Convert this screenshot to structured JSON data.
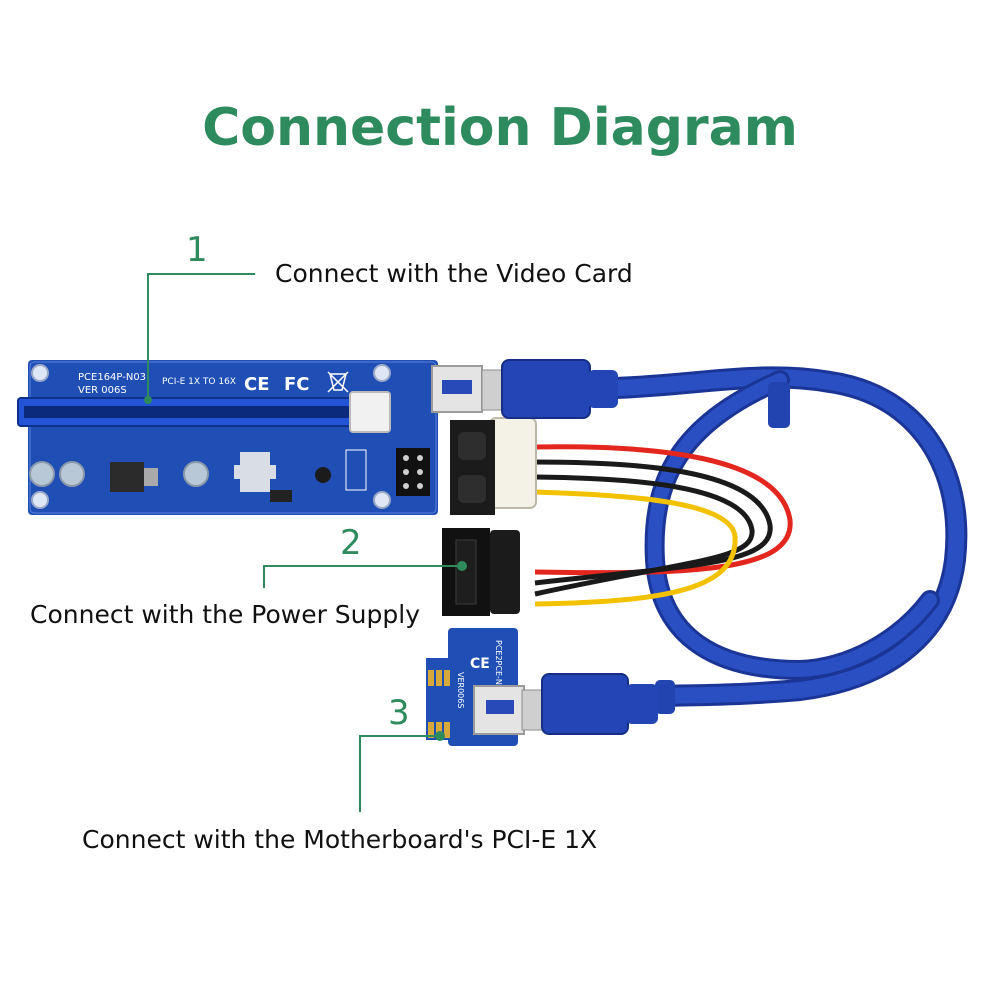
{
  "title": "Connection Diagram",
  "callouts": [
    {
      "number": "1",
      "label": "Connect with the Video Card"
    },
    {
      "number": "2",
      "label": "Connect with the Power Supply"
    },
    {
      "number": "3",
      "label": "Connect with the Motherboard's PCI-E 1X"
    }
  ],
  "board_top": {
    "model": "PCE164P-N03",
    "version": "VER 006S",
    "slot_text": "PCI-E 1X TO 16X",
    "marks": [
      "CE",
      "FC"
    ]
  },
  "board_small": {
    "model": "PCE2PCE-N04",
    "version": "VER006S",
    "marks": [
      "CE"
    ]
  },
  "colors": {
    "title": "#2e8b5d",
    "callout_line": "#2e8b5d",
    "pcb": "#1f4fb5",
    "cable": "#2546b8",
    "wire_red": "#e3261e",
    "wire_black": "#1a1a1a",
    "wire_yellow": "#f2c200"
  }
}
